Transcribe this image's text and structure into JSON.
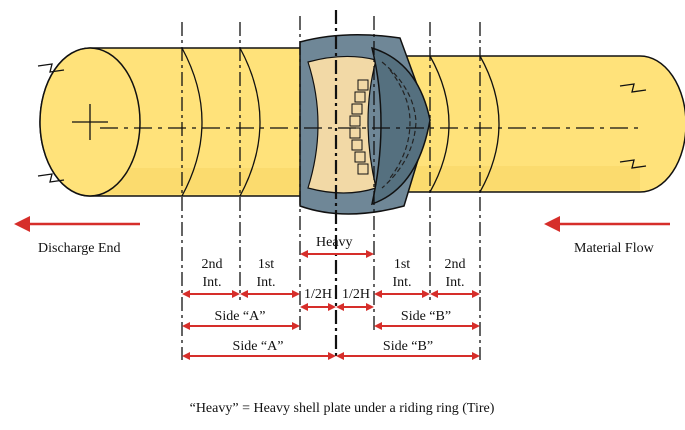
{
  "colors": {
    "shell": "#FFE27A",
    "shell_dark": "#F0C94A",
    "ring": "#6F8797",
    "ring_dark": "#55707F",
    "ring_inner": "#F2D9A6",
    "arrow": "#D62E2A",
    "line": "#111111"
  },
  "labels": {
    "discharge_end": "Discharge End",
    "material_flow": "Material Flow",
    "heavy": "Heavy",
    "second_int_a_1": "2nd",
    "second_int_a_2": "Int.",
    "first_int_a_1": "1st",
    "first_int_a_2": "Int.",
    "first_int_b_1": "1st",
    "first_int_b_2": "Int.",
    "second_int_b_1": "2nd",
    "second_int_b_2": "Int.",
    "half_h_left": "1/2H",
    "half_h_right": "1/2H",
    "side_a_short": "Side “A”",
    "side_b_short": "Side “B”",
    "side_a_long": "Side “A”",
    "side_b_long": "Side “B”",
    "caption": "“Heavy” = Heavy shell plate under a riding ring (Tire)"
  }
}
